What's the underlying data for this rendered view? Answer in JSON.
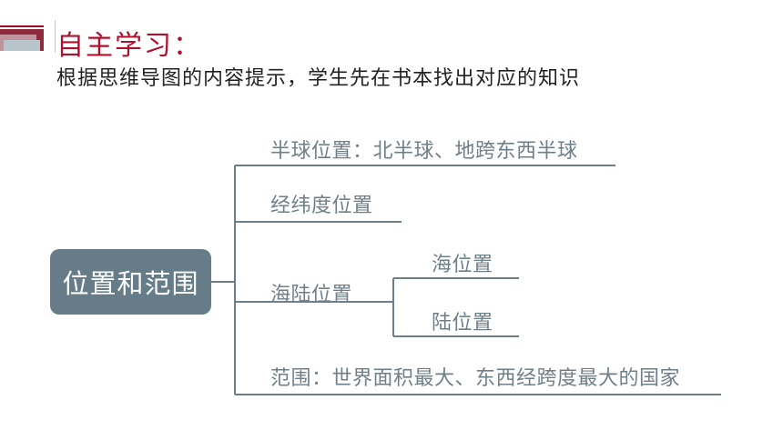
{
  "header": {
    "title": "自主学习：",
    "subtitle": "根据思维导图的内容提示，学生先在书本找出对应的知识"
  },
  "mindmap": {
    "root": "位置和范围",
    "branches": [
      {
        "label": "半球位置：北半球、地跨东西半球"
      },
      {
        "label": "经纬度位置"
      },
      {
        "label": "海陆位置",
        "children": [
          {
            "label": "海位置"
          },
          {
            "label": "陆位置"
          }
        ]
      },
      {
        "label": "范围：世界面积最大、东西经跨度最大的国家"
      }
    ]
  },
  "colors": {
    "title": "#b0102d",
    "branch_line": "#6f7f89",
    "root_box": "#667c89",
    "node_text": "#6f7f89",
    "accent": "#8f2a3c"
  }
}
